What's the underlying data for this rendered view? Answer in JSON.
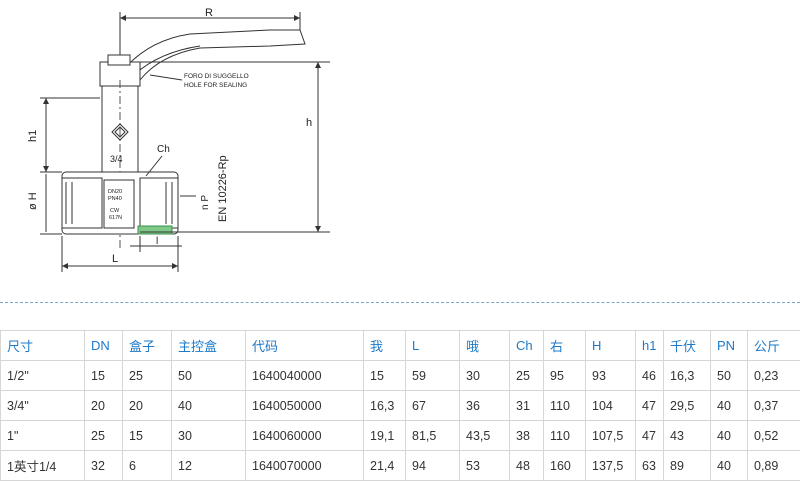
{
  "drawing": {
    "dim_R": "R",
    "dim_h": "h",
    "dim_h1": "h1",
    "dim_diam_H": "ø H",
    "dim_L": "L",
    "dim_l": "l",
    "dim_Ch": "Ch",
    "dim_nP": "n P",
    "standard": "EN 10226-Rp",
    "note_line1": "FORO DI SUGGELLO",
    "note_line2": "HOLE FOR SEALING",
    "stem_size": "3/4",
    "body_mark1": "DN20",
    "body_mark2": "PN40",
    "body_mark3": "CW",
    "body_mark4": "617N"
  },
  "table": {
    "headers": [
      "尺寸",
      "DN",
      "盒子",
      "主控盒",
      "代码",
      "我",
      "L",
      "哦",
      "Ch",
      "右",
      "H",
      "h1",
      "千伏",
      "PN",
      "公斤"
    ],
    "rows": [
      [
        "1/2\"",
        "15",
        "25",
        "50",
        "1640040000",
        "15",
        "59",
        "30",
        "25",
        "95",
        "93",
        "46",
        "16,3",
        "50",
        "0,23"
      ],
      [
        "3/4\"",
        "20",
        "20",
        "40",
        "1640050000",
        "16,3",
        "67",
        "36",
        "31",
        "110",
        "104",
        "47",
        "29,5",
        "40",
        "0,37"
      ],
      [
        "1\"",
        "25",
        "15",
        "30",
        "1640060000",
        "19,1",
        "81,5",
        "43,5",
        "38",
        "110",
        "107,5",
        "47",
        "43",
        "40",
        "0,52"
      ],
      [
        "1英寸1/4",
        "32",
        "6",
        "12",
        "1640070000",
        "21,4",
        "94",
        "53",
        "48",
        "160",
        "137,5",
        "63",
        "89",
        "40",
        "0,89"
      ]
    ]
  }
}
